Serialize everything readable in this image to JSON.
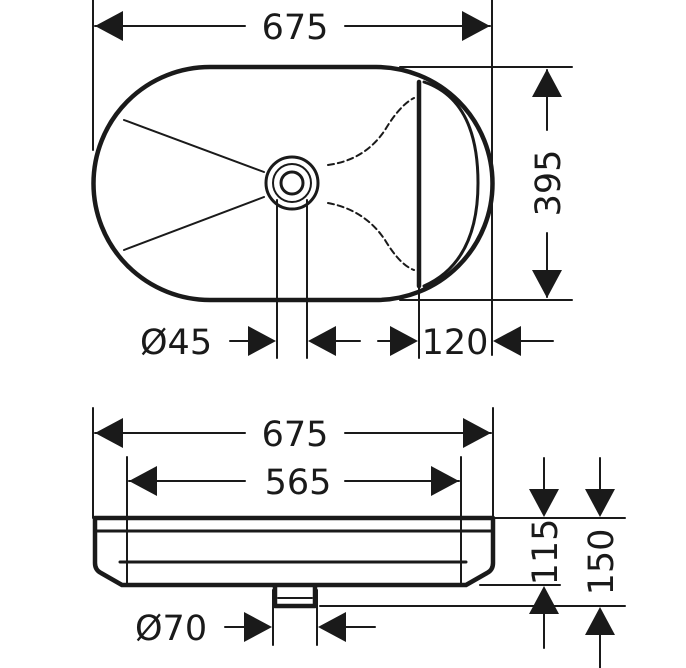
{
  "top_view": {
    "width_label": "675",
    "depth_label": "395",
    "drain_diameter_label": "Ø45",
    "rim_label": "120"
  },
  "side_view": {
    "outer_width_label": "675",
    "inner_width_label": "565",
    "drain_diameter_label": "Ø70",
    "inner_height_label": "115",
    "total_height_label": "150"
  },
  "colors": {
    "line": "#1a1a1a",
    "background": "#ffffff"
  }
}
